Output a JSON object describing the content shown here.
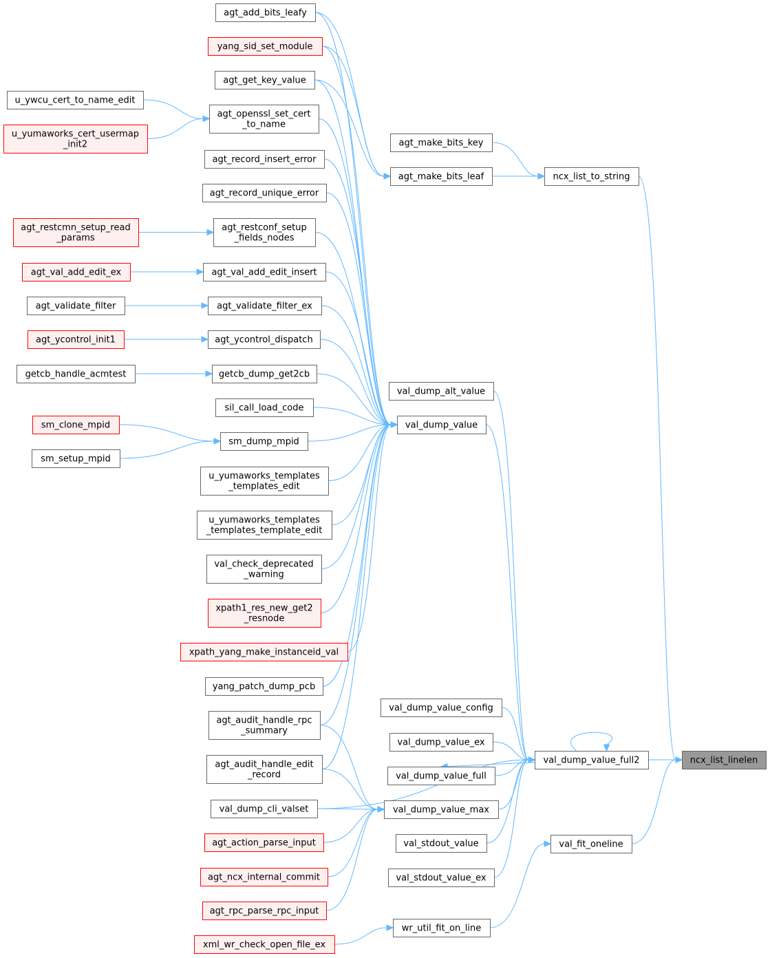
{
  "diagram": {
    "type": "call-graph",
    "colors": {
      "edge": "#63b8ff",
      "node_border": "#666666",
      "node_fill": "#ffffff",
      "external_border": "#ff0000",
      "external_fill": "#fff0f0",
      "focus_fill": "#999999"
    },
    "nodes": [
      {
        "id": "ncx_list_linelen",
        "lines": [
          "ncx_list_linelen"
        ],
        "style": "focus"
      },
      {
        "id": "ncx_list_to_string",
        "lines": [
          "ncx_list_to_string"
        ],
        "style": "black"
      },
      {
        "id": "val_dump_value_full2",
        "lines": [
          "val_dump_value_full2"
        ],
        "style": "black"
      },
      {
        "id": "val_fit_oneline",
        "lines": [
          "val_fit_oneline"
        ],
        "style": "black"
      },
      {
        "id": "agt_make_bits_key",
        "lines": [
          "agt_make_bits_key"
        ],
        "style": "black"
      },
      {
        "id": "agt_make_bits_leaf",
        "lines": [
          "agt_make_bits_leaf"
        ],
        "style": "black"
      },
      {
        "id": "val_dump_alt_value",
        "lines": [
          "val_dump_alt_value"
        ],
        "style": "black"
      },
      {
        "id": "val_dump_value",
        "lines": [
          "val_dump_value"
        ],
        "style": "black"
      },
      {
        "id": "val_dump_value_config",
        "lines": [
          "val_dump_value_config"
        ],
        "style": "black"
      },
      {
        "id": "val_dump_value_ex",
        "lines": [
          "val_dump_value_ex"
        ],
        "style": "black"
      },
      {
        "id": "val_dump_value_full",
        "lines": [
          "val_dump_value_full"
        ],
        "style": "black"
      },
      {
        "id": "val_dump_value_max",
        "lines": [
          "val_dump_value_max"
        ],
        "style": "black"
      },
      {
        "id": "val_stdout_value",
        "lines": [
          "val_stdout_value"
        ],
        "style": "black"
      },
      {
        "id": "val_stdout_value_ex",
        "lines": [
          "val_stdout_value_ex"
        ],
        "style": "black"
      },
      {
        "id": "wr_util_fit_on_line",
        "lines": [
          "wr_util_fit_on_line"
        ],
        "style": "black"
      },
      {
        "id": "agt_add_bits_leafy",
        "lines": [
          "agt_add_bits_leafy"
        ],
        "style": "black"
      },
      {
        "id": "yang_sid_set_module",
        "lines": [
          "yang_sid_set_module"
        ],
        "style": "red"
      },
      {
        "id": "agt_get_key_value",
        "lines": [
          "agt_get_key_value"
        ],
        "style": "black"
      },
      {
        "id": "agt_openssl_set_cert_to_name",
        "lines": [
          "agt_openssl_set_cert",
          "_to_name"
        ],
        "style": "black"
      },
      {
        "id": "agt_record_insert_error",
        "lines": [
          "agt_record_insert_error"
        ],
        "style": "black"
      },
      {
        "id": "agt_record_unique_error",
        "lines": [
          "agt_record_unique_error"
        ],
        "style": "black"
      },
      {
        "id": "agt_restconf_setup_fields_nodes",
        "lines": [
          "agt_restconf_setup",
          "_fields_nodes"
        ],
        "style": "black"
      },
      {
        "id": "agt_val_add_edit_insert",
        "lines": [
          "agt_val_add_edit_insert"
        ],
        "style": "black"
      },
      {
        "id": "agt_validate_filter_ex",
        "lines": [
          "agt_validate_filter_ex"
        ],
        "style": "black"
      },
      {
        "id": "agt_ycontrol_dispatch",
        "lines": [
          "agt_ycontrol_dispatch"
        ],
        "style": "black"
      },
      {
        "id": "getcb_dump_get2cb",
        "lines": [
          "getcb_dump_get2cb"
        ],
        "style": "black"
      },
      {
        "id": "sil_call_load_code",
        "lines": [
          "sil_call_load_code"
        ],
        "style": "black"
      },
      {
        "id": "sm_dump_mpid",
        "lines": [
          "sm_dump_mpid"
        ],
        "style": "black"
      },
      {
        "id": "u_yumaworks_templates_templates_edit",
        "lines": [
          "u_yumaworks_templates",
          "_templates_edit"
        ],
        "style": "black"
      },
      {
        "id": "u_yumaworks_templates_templates_template_edit",
        "lines": [
          "u_yumaworks_templates",
          "_templates_template_edit"
        ],
        "style": "black"
      },
      {
        "id": "val_check_deprecated_warning",
        "lines": [
          "val_check_deprecated",
          "_warning"
        ],
        "style": "black"
      },
      {
        "id": "xpath1_res_new_get2_resnode",
        "lines": [
          "xpath1_res_new_get2",
          "_resnode"
        ],
        "style": "red"
      },
      {
        "id": "xpath_yang_make_instanceid_val",
        "lines": [
          "xpath_yang_make_instanceid_val"
        ],
        "style": "red"
      },
      {
        "id": "yang_patch_dump_pcb",
        "lines": [
          "yang_patch_dump_pcb"
        ],
        "style": "black"
      },
      {
        "id": "agt_audit_handle_rpc_summary",
        "lines": [
          "agt_audit_handle_rpc",
          "_summary"
        ],
        "style": "black"
      },
      {
        "id": "agt_audit_handle_edit_record",
        "lines": [
          "agt_audit_handle_edit",
          "_record"
        ],
        "style": "black"
      },
      {
        "id": "val_dump_cli_valset",
        "lines": [
          "val_dump_cli_valset"
        ],
        "style": "black"
      },
      {
        "id": "agt_action_parse_input",
        "lines": [
          "agt_action_parse_input"
        ],
        "style": "red"
      },
      {
        "id": "agt_ncx_internal_commit",
        "lines": [
          "agt_ncx_internal_commit"
        ],
        "style": "red"
      },
      {
        "id": "agt_rpc_parse_rpc_input",
        "lines": [
          "agt_rpc_parse_rpc_input"
        ],
        "style": "red"
      },
      {
        "id": "xml_wr_check_open_file_ex",
        "lines": [
          "xml_wr_check_open_file_ex"
        ],
        "style": "red"
      },
      {
        "id": "u_ywcu_cert_to_name_edit",
        "lines": [
          "u_ywcu_cert_to_name_edit"
        ],
        "style": "black"
      },
      {
        "id": "u_yumaworks_cert_usermap_init2",
        "lines": [
          "u_yumaworks_cert_usermap",
          "_init2"
        ],
        "style": "red"
      },
      {
        "id": "agt_restcmn_setup_read_params",
        "lines": [
          "agt_restcmn_setup_read",
          "_params"
        ],
        "style": "red"
      },
      {
        "id": "agt_val_add_edit_ex",
        "lines": [
          "agt_val_add_edit_ex"
        ],
        "style": "red"
      },
      {
        "id": "agt_validate_filter",
        "lines": [
          "agt_validate_filter"
        ],
        "style": "black"
      },
      {
        "id": "agt_ycontrol_init1",
        "lines": [
          "agt_ycontrol_init1"
        ],
        "style": "red"
      },
      {
        "id": "getcb_handle_acmtest",
        "lines": [
          "getcb_handle_acmtest"
        ],
        "style": "black"
      },
      {
        "id": "sm_clone_mpid",
        "lines": [
          "sm_clone_mpid"
        ],
        "style": "red"
      },
      {
        "id": "sm_setup_mpid",
        "lines": [
          "sm_setup_mpid"
        ],
        "style": "black"
      }
    ],
    "edges": [
      {
        "from": "ncx_list_to_string",
        "to": "ncx_list_linelen"
      },
      {
        "from": "val_dump_value_full2",
        "to": "ncx_list_linelen"
      },
      {
        "from": "val_fit_oneline",
        "to": "ncx_list_linelen"
      },
      {
        "from": "agt_make_bits_key",
        "to": "ncx_list_to_string"
      },
      {
        "from": "agt_make_bits_leaf",
        "to": "ncx_list_to_string"
      },
      {
        "from": "agt_add_bits_leafy",
        "to": "agt_make_bits_leaf"
      },
      {
        "from": "yang_sid_set_module",
        "to": "agt_make_bits_leaf"
      },
      {
        "from": "agt_get_key_value",
        "to": "agt_make_bits_leaf"
      },
      {
        "from": "val_dump_value_full2",
        "to": "val_dump_value_full2"
      },
      {
        "from": "val_dump_alt_value",
        "to": "val_dump_value_full2"
      },
      {
        "from": "val_dump_value",
        "to": "val_dump_value_full2"
      },
      {
        "from": "val_dump_value_config",
        "to": "val_dump_value_full2"
      },
      {
        "from": "val_dump_value_ex",
        "to": "val_dump_value_full2"
      },
      {
        "from": "val_dump_value_full2",
        "to": "val_dump_value_full"
      },
      {
        "from": "val_dump_value_full",
        "to": "val_dump_value_full2"
      },
      {
        "from": "val_dump_value_max",
        "to": "val_dump_value_full2"
      },
      {
        "from": "val_stdout_value",
        "to": "val_dump_value_full2"
      },
      {
        "from": "val_stdout_value_ex",
        "to": "val_dump_value_full2"
      },
      {
        "from": "val_dump_cli_valset",
        "to": "val_dump_value_full2"
      },
      {
        "from": "wr_util_fit_on_line",
        "to": "val_fit_oneline"
      },
      {
        "from": "xml_wr_check_open_file_ex",
        "to": "wr_util_fit_on_line"
      },
      {
        "from": "agt_add_bits_leafy",
        "to": "val_dump_value"
      },
      {
        "from": "yang_sid_set_module",
        "to": "val_dump_value"
      },
      {
        "from": "agt_get_key_value",
        "to": "val_dump_value"
      },
      {
        "from": "agt_openssl_set_cert_to_name",
        "to": "val_dump_value"
      },
      {
        "from": "agt_record_insert_error",
        "to": "val_dump_value"
      },
      {
        "from": "agt_record_unique_error",
        "to": "val_dump_value"
      },
      {
        "from": "agt_restconf_setup_fields_nodes",
        "to": "val_dump_value"
      },
      {
        "from": "agt_val_add_edit_insert",
        "to": "val_dump_value"
      },
      {
        "from": "agt_validate_filter_ex",
        "to": "val_dump_value"
      },
      {
        "from": "agt_ycontrol_dispatch",
        "to": "val_dump_value"
      },
      {
        "from": "getcb_dump_get2cb",
        "to": "val_dump_value"
      },
      {
        "from": "sil_call_load_code",
        "to": "val_dump_value"
      },
      {
        "from": "sm_dump_mpid",
        "to": "val_dump_value"
      },
      {
        "from": "u_yumaworks_templates_templates_edit",
        "to": "val_dump_value"
      },
      {
        "from": "u_yumaworks_templates_templates_template_edit",
        "to": "val_dump_value"
      },
      {
        "from": "val_check_deprecated_warning",
        "to": "val_dump_value"
      },
      {
        "from": "xpath1_res_new_get2_resnode",
        "to": "val_dump_value"
      },
      {
        "from": "xpath_yang_make_instanceid_val",
        "to": "val_dump_value"
      },
      {
        "from": "yang_patch_dump_pcb",
        "to": "val_dump_value"
      },
      {
        "from": "agt_audit_handle_rpc_summary",
        "to": "val_dump_value"
      },
      {
        "from": "agt_audit_handle_edit_record",
        "to": "val_dump_value"
      },
      {
        "from": "agt_audit_handle_rpc_summary",
        "to": "val_dump_value_max"
      },
      {
        "from": "agt_audit_handle_edit_record",
        "to": "val_dump_value_max"
      },
      {
        "from": "val_dump_cli_valset",
        "to": "val_dump_value_max"
      },
      {
        "from": "agt_action_parse_input",
        "to": "val_dump_value_max"
      },
      {
        "from": "agt_ncx_internal_commit",
        "to": "val_dump_value_max"
      },
      {
        "from": "agt_rpc_parse_rpc_input",
        "to": "val_dump_value_max"
      },
      {
        "from": "u_ywcu_cert_to_name_edit",
        "to": "agt_openssl_set_cert_to_name"
      },
      {
        "from": "u_yumaworks_cert_usermap_init2",
        "to": "agt_openssl_set_cert_to_name"
      },
      {
        "from": "agt_restcmn_setup_read_params",
        "to": "agt_restconf_setup_fields_nodes"
      },
      {
        "from": "agt_val_add_edit_ex",
        "to": "agt_val_add_edit_insert"
      },
      {
        "from": "agt_validate_filter",
        "to": "agt_validate_filter_ex"
      },
      {
        "from": "agt_ycontrol_init1",
        "to": "agt_ycontrol_dispatch"
      },
      {
        "from": "getcb_handle_acmtest",
        "to": "getcb_dump_get2cb"
      },
      {
        "from": "sm_clone_mpid",
        "to": "sm_dump_mpid"
      },
      {
        "from": "sm_setup_mpid",
        "to": "sm_dump_mpid"
      }
    ]
  }
}
